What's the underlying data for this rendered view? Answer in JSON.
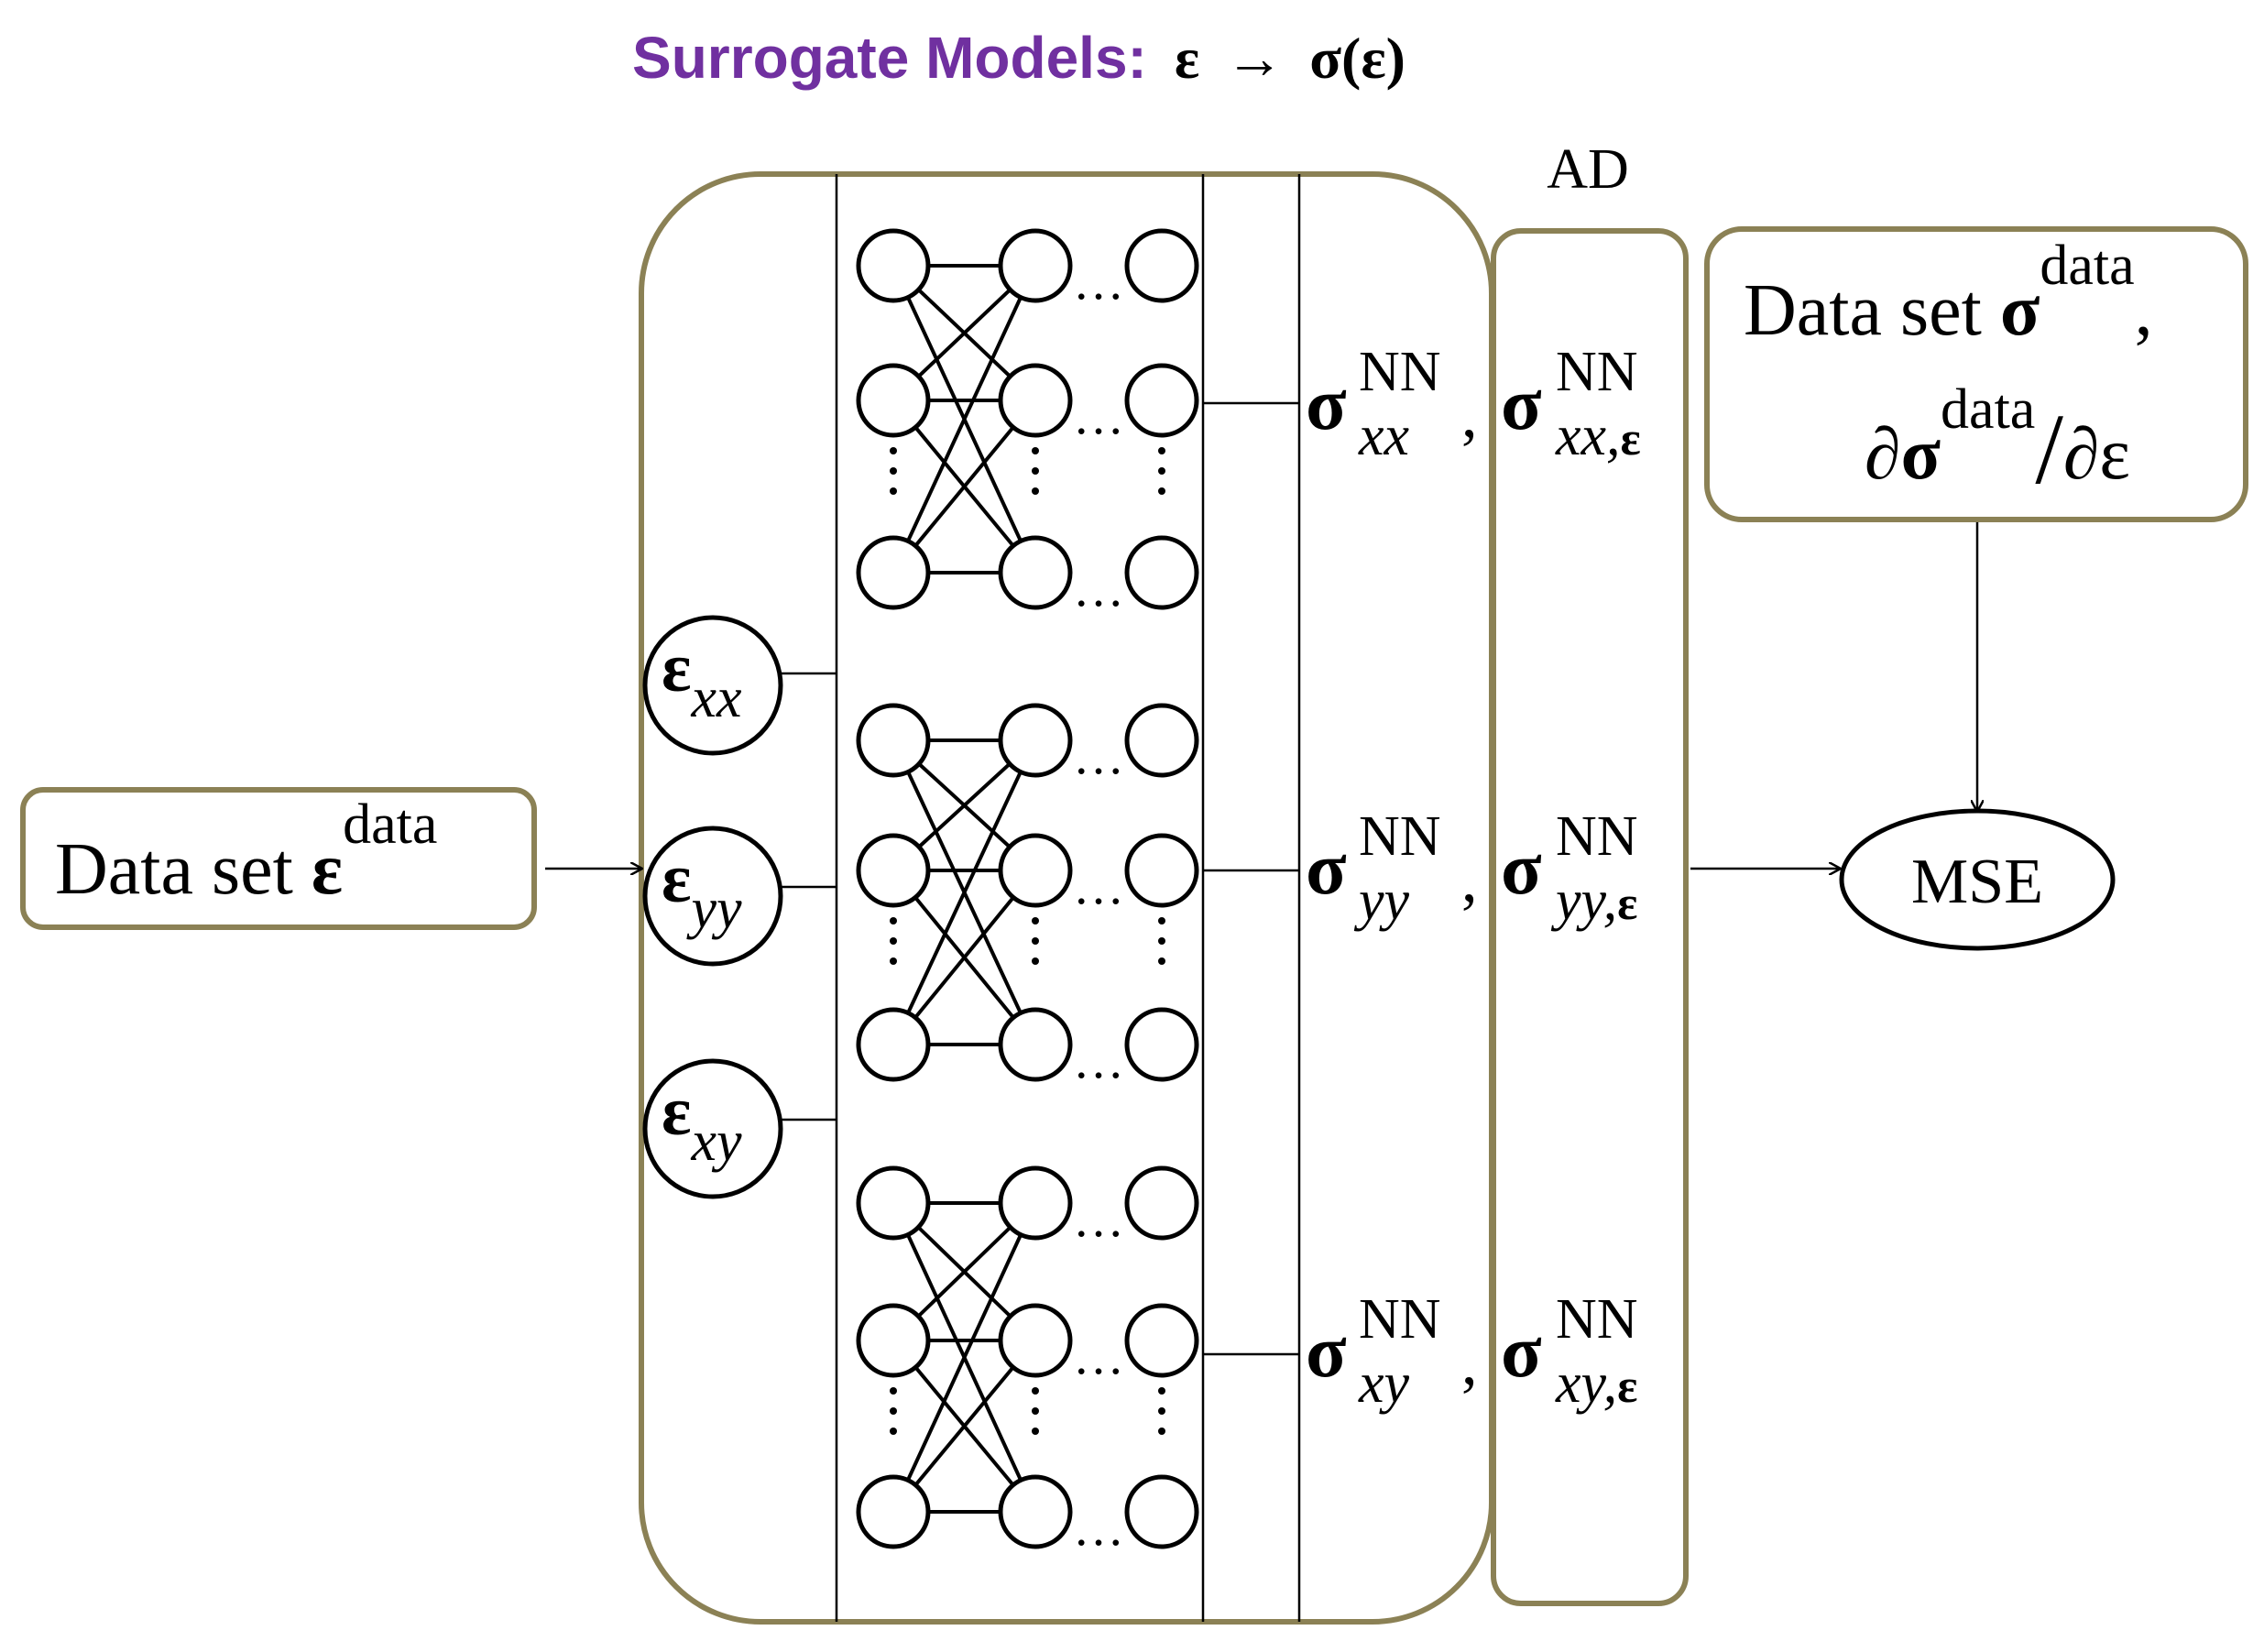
{
  "colors": {
    "box_border": "#8b8155",
    "title": "#7030a0",
    "line": "#000000"
  },
  "title": {
    "label": "Surrogate Models:",
    "formula_lhs": "ε",
    "arrow": "→",
    "formula_rhs": "σ(ε)"
  },
  "ad_label": "AD",
  "input_box": {
    "text": "Data set ",
    "symbol": "ε",
    "sup": "data"
  },
  "target_box": {
    "line1_text": "Data set ",
    "line1_symbol": "σ",
    "line1_sup": "data",
    "line1_comma": ",",
    "line2_partial": "∂",
    "line2_symbol": "σ",
    "line2_sup": "data",
    "line2_slash": "/",
    "line2_denominator": "∂ε"
  },
  "loss_label": "MSE",
  "inputs": [
    {
      "symbol": "ε",
      "sub": "xx"
    },
    {
      "symbol": "ε",
      "sub": "yy"
    },
    {
      "symbol": "ε",
      "sub": "xy"
    }
  ],
  "ellipsis": "…",
  "outputs": [
    {
      "symbol": "σ",
      "sup": "NN",
      "sub": "xx",
      "comma": ",",
      "grad_symbol": "σ",
      "grad_sup": "NN",
      "grad_sub": "xx,",
      "grad_sub_bold": "ε"
    },
    {
      "symbol": "σ",
      "sup": "NN",
      "sub": "yy",
      "comma": ",",
      "grad_symbol": "σ",
      "grad_sup": "NN",
      "grad_sub": "yy,",
      "grad_sub_bold": "ε"
    },
    {
      "symbol": "σ",
      "sup": "NN",
      "sub": "xy",
      "comma": ",",
      "grad_symbol": "σ",
      "grad_sup": "NN",
      "grad_sub": "xy,",
      "grad_sub_bold": "ε"
    }
  ]
}
